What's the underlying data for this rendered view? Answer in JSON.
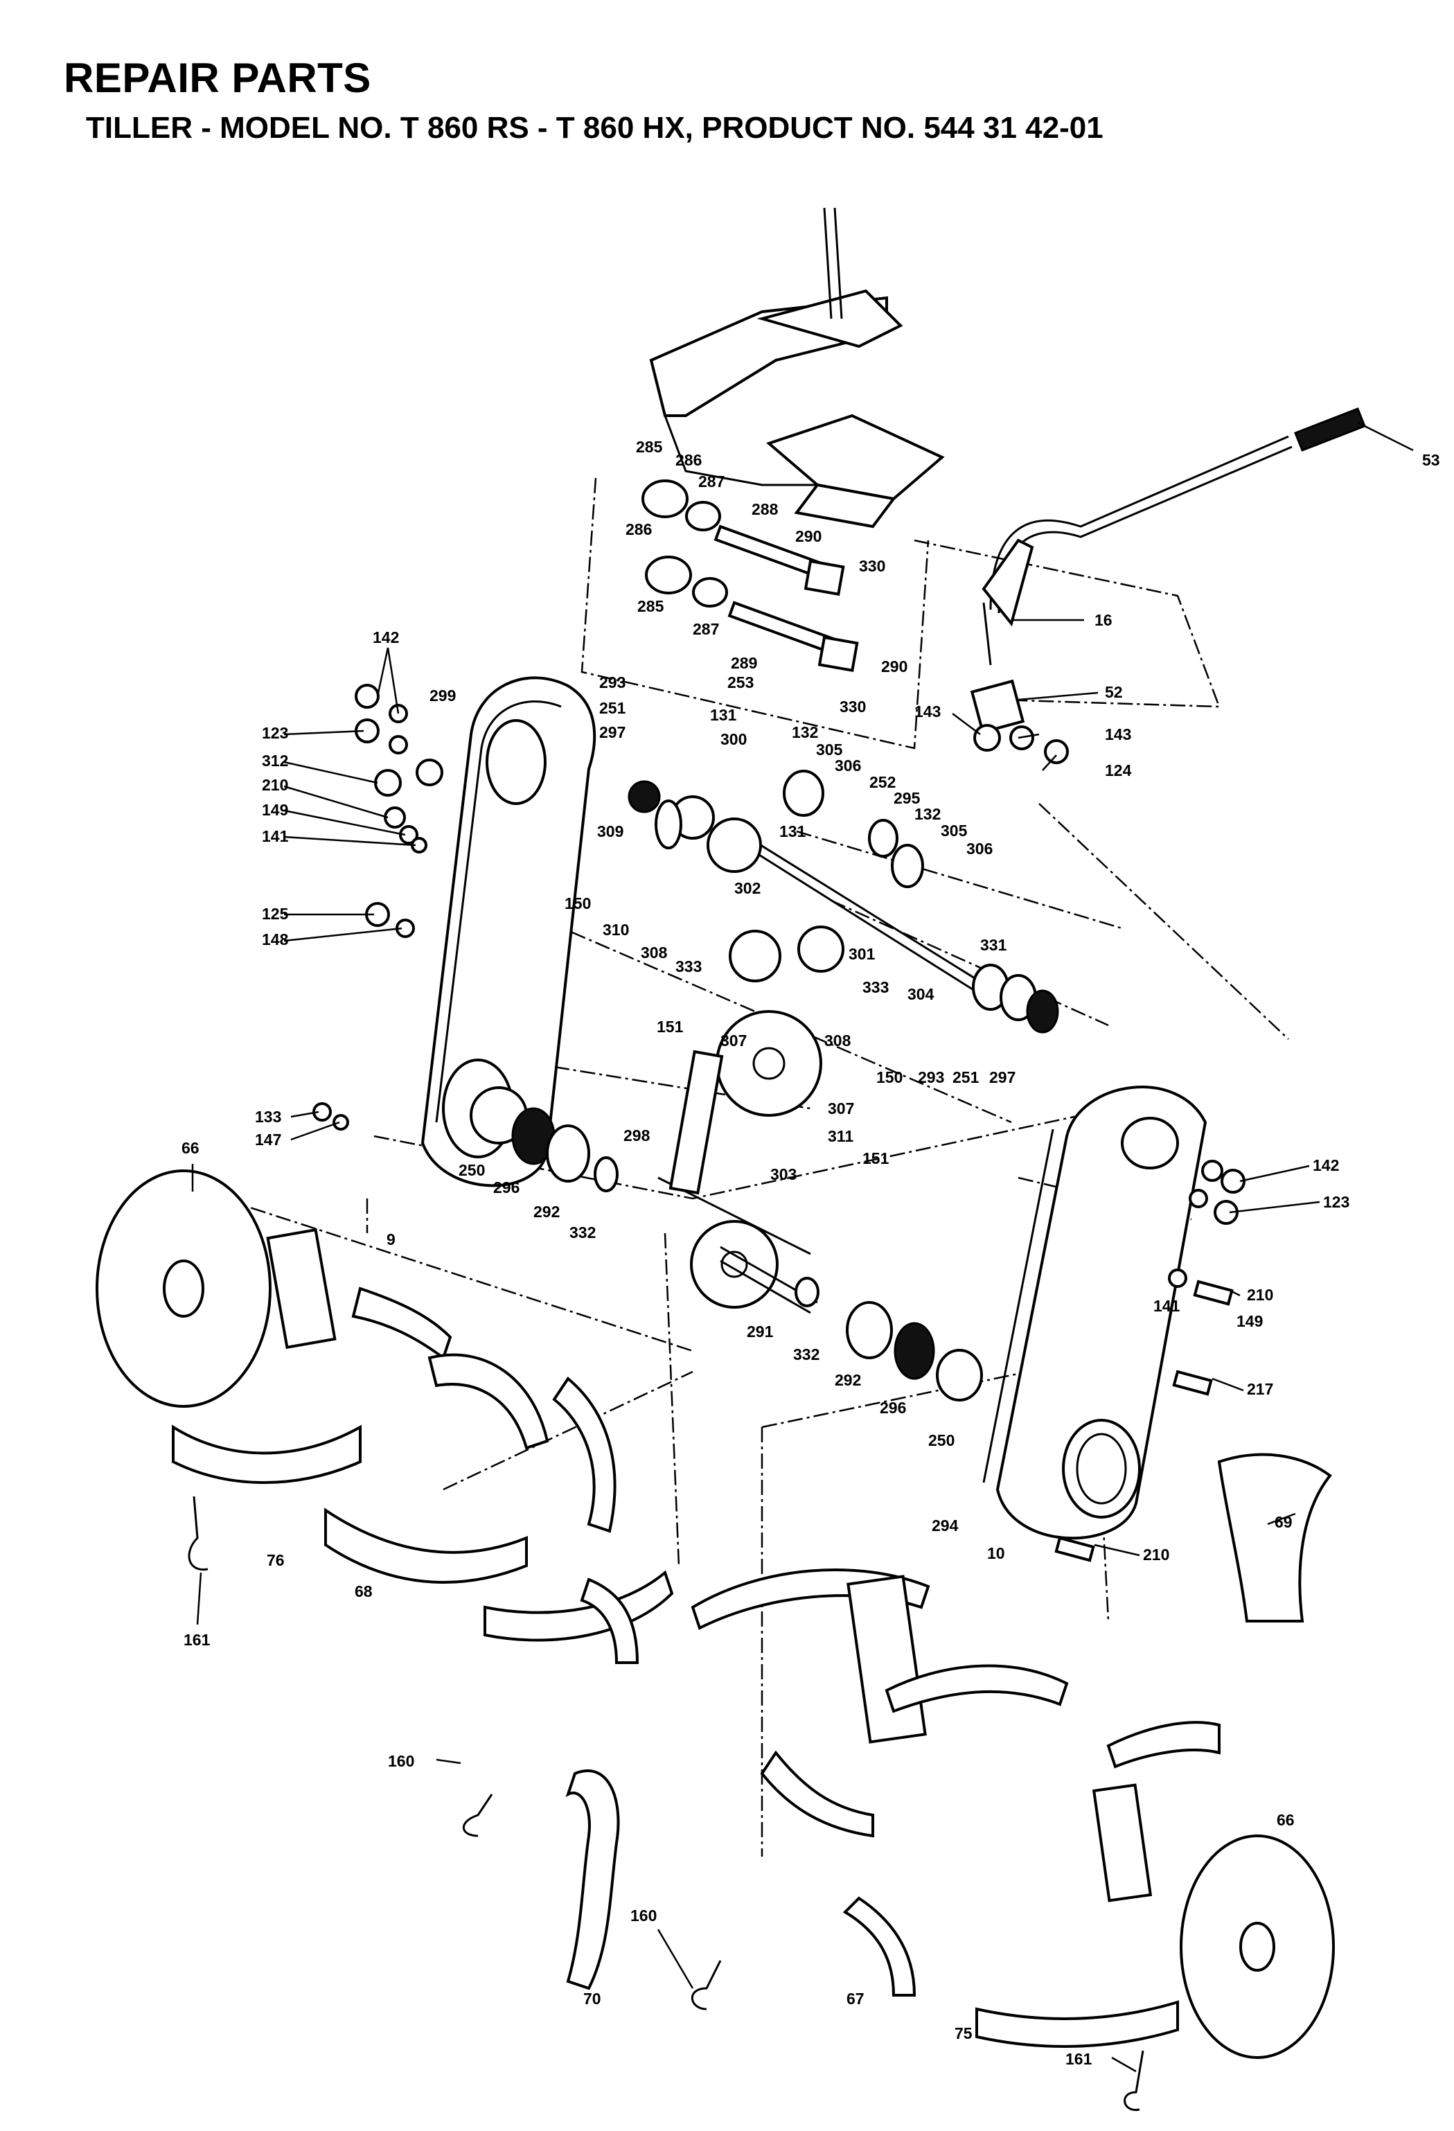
{
  "header": {
    "title": "REPAIR PARTS",
    "subtitle": "TILLER - MODEL NO. T 860 RS - T 860 HX, PRODUCT NO. 544 31 42-01"
  },
  "callouts": [
    "53",
    "16",
    "52",
    "143",
    "143",
    "124",
    "285",
    "286",
    "287",
    "288",
    "286",
    "290",
    "330",
    "285",
    "287",
    "289",
    "290",
    "330",
    "142",
    "299",
    "123",
    "312",
    "210",
    "149",
    "141",
    "125",
    "148",
    "133",
    "147",
    "66",
    "9",
    "250",
    "296",
    "292",
    "332",
    "293",
    "251",
    "297",
    "300",
    "253",
    "131",
    "132",
    "305",
    "306",
    "252",
    "295",
    "132",
    "305",
    "306",
    "131",
    "309",
    "150",
    "310",
    "308",
    "333",
    "302",
    "301",
    "331",
    "304",
    "333",
    "151",
    "307",
    "308",
    "150",
    "293",
    "251",
    "297",
    "307",
    "311",
    "151",
    "303",
    "298",
    "291",
    "332",
    "292",
    "296",
    "250",
    "142",
    "123",
    "210",
    "149",
    "141",
    "217",
    "210",
    "294",
    "10",
    "69",
    "76",
    "68",
    "161",
    "160",
    "160",
    "70",
    "67",
    "66",
    "75",
    "161"
  ]
}
